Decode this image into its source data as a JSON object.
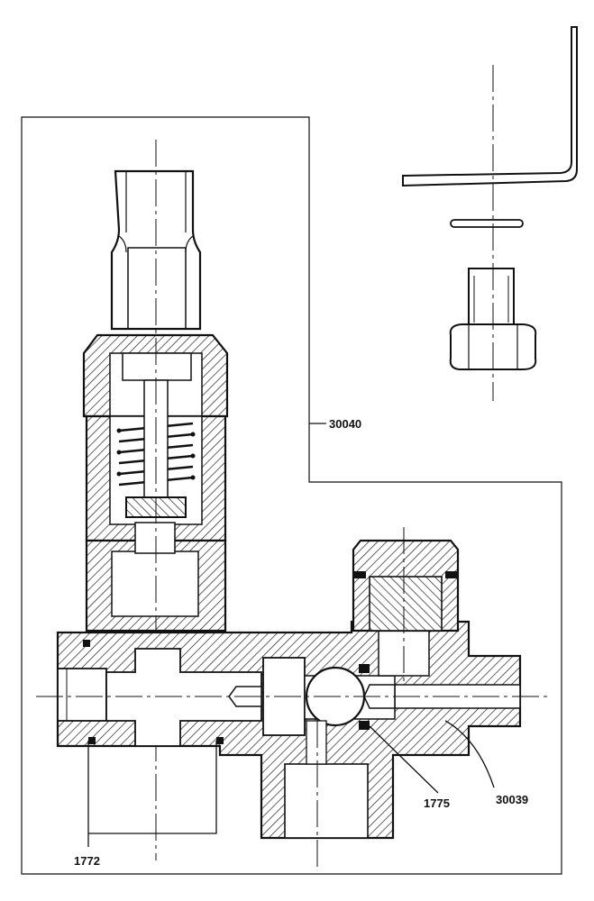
{
  "callouts": {
    "kit_label": "30040",
    "body_label": "30039",
    "seal_label": "1775",
    "ring_label": "1772"
  },
  "colors": {
    "ink": "#111111",
    "paper": "#ffffff"
  }
}
